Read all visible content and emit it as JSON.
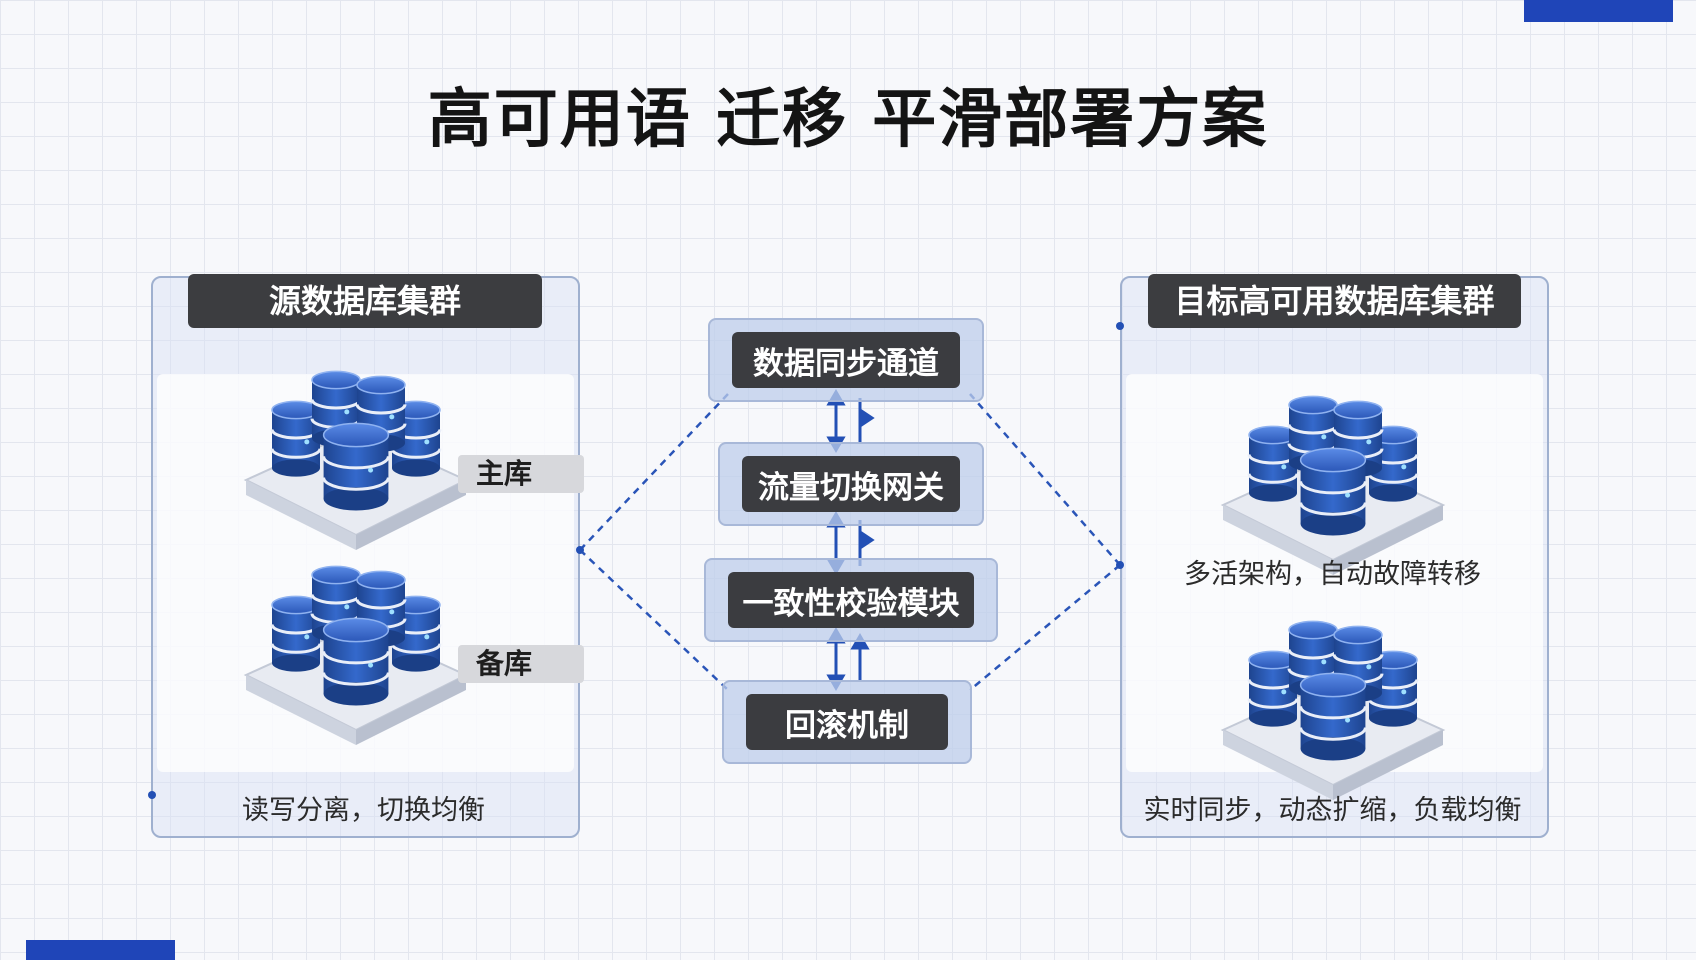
{
  "title": "高可用语 迁移 平滑部署方案",
  "source_cluster": {
    "header": "源数据库集群",
    "primary_label": "主库",
    "standby_label": "备库",
    "caption": "读写分离，切换均衡"
  },
  "flow": {
    "steps": [
      "数据同步通道",
      "流量切换网关",
      "一致性校验模块",
      "回滚机制"
    ]
  },
  "target_cluster": {
    "header": "目标高可用数据库集群",
    "caption_top": "多活架构，自动故障转移",
    "caption_bottom": "实时同步，动态扩缩，负载均衡"
  },
  "colors": {
    "accent": "#1f45b8",
    "db_blue": "#2f62c9",
    "label_dark": "#3c3d40"
  }
}
